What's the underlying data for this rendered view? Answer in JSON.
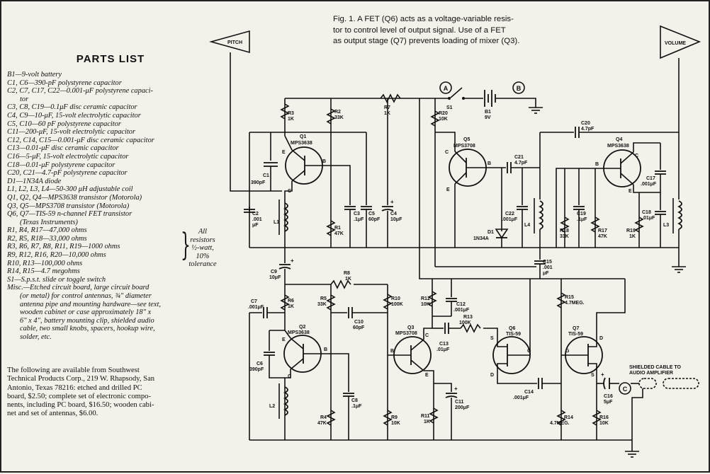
{
  "parts_list": {
    "title": "PARTS LIST",
    "items": [
      "B1—9-volt battery",
      "C1, C6—390-pF polystyrene capacitor",
      "C2, C7, C17, C22—0.001-μF polystyrene capaci-",
      "tor",
      "C3, C8, C19—0.1μF disc ceramic capacitor",
      "C4, C9—10-μF, 15-volt electrolytic capacitor",
      "C5, C10—60 pF polystyrene capacitor",
      "C11—200-μF, 15-volt electrolytic capacitor",
      "C12, C14, C15—0.001-μF disc ceramic capacitor",
      "C13—0.01-μF disc ceramic capacitor",
      "C16—5-μF, 15-volt electrolytic capacitor",
      "C18—0.01-μF polystyrene capacitor",
      "C20, C21—4.7-pF polystyrene capacitor",
      "D1—1N34A diode",
      "L1, L2, L3, L4—50-300 μH adjustable coil",
      "Q1, Q2, Q4—MPS3638 transistor (Motorola)",
      "Q3, Q5—MPS3708 transistor (Motorola)",
      "Q6, Q7—TIS-59 n-channel FET transistor",
      "(Texas Instruments)"
    ],
    "resistors": [
      "R1, R4, R17—47,000 ohms",
      "R2, R5, R18—33,000 ohms",
      "R3, R6, R7, R8, R11, R19—1000 ohms",
      "R9, R12, R16, R20—10,000 ohms",
      "R10, R13—100,000 ohms"
    ],
    "resistor_note": [
      "All",
      "resistors",
      "½-watt,",
      "10%",
      "tolerance"
    ],
    "items_after": [
      "R14, R15—4.7 megohms",
      "S1—S.p.s.t. slide or toggle switch",
      "Misc.—Etched circuit board, large circuit board",
      "(or metal) for control antennas, ¾\" diameter",
      "antenna pipe and mounting hardware—see text,",
      "wooden cabinet or case approximately 18\" x",
      "6\" x 4\", battery mounting clip, shielded audio",
      "cable, two small knobs, spacers, hookup wire,",
      "solder, etc."
    ]
  },
  "availability": [
    "The following are available from Southwest",
    "Technical Products Corp., 219 W. Rhapsody, San",
    "Antonio, Texas 78216: etched and drilled PC",
    "board, $2.50; complete set of electronic compo-",
    "nents, including PC board, $16.50; wooden cabi-",
    "net and set of antennas, $6.00."
  ],
  "caption": [
    "Fig. 1. A FET (Q6) acts as a voltage-variable resis-",
    "tor to control level of output signal. Use of a FET",
    "as output stage (Q7) prevents loading of mixer (Q3)."
  ],
  "schematic": {
    "antennas": {
      "pitch": "PITCH",
      "volume": "VOLUME"
    },
    "nodes": {
      "a": "A",
      "b": "B",
      "c": "C"
    },
    "switch": "S1",
    "battery": [
      "B1",
      "9V"
    ],
    "shielded_cable": [
      "SHIELDED CABLE TO",
      "AUDIO AMPLIFIER"
    ],
    "transistors": {
      "q1": [
        "Q1",
        "MPS3638"
      ],
      "q2": [
        "Q2",
        "MPS3638"
      ],
      "q3": [
        "Q3",
        "MPS3708"
      ],
      "q4": [
        "Q4",
        "MPS3638"
      ],
      "q5": [
        "Q5",
        "MPS3708"
      ],
      "q6": [
        "Q6",
        "TIS-59"
      ],
      "q7": [
        "Q7",
        "TIS-59"
      ]
    },
    "terminals": {
      "e": "E",
      "b": "B",
      "c": "C",
      "s": "S",
      "g": "G",
      "d": "D"
    },
    "resistors": {
      "r1": [
        "R1",
        "47K"
      ],
      "r2": [
        "R2",
        "33K"
      ],
      "r3": [
        "R3",
        "1K"
      ],
      "r4": [
        "R4",
        "47K"
      ],
      "r5": [
        "R5",
        "33K"
      ],
      "r6": [
        "R6",
        "1K"
      ],
      "r7": [
        "R7",
        "1K"
      ],
      "r8": [
        "R8",
        "1K"
      ],
      "r9": [
        "R9",
        "10K"
      ],
      "r10": [
        "R10",
        "100K"
      ],
      "r11": [
        "R11",
        "1K"
      ],
      "r12": [
        "R12",
        "10K"
      ],
      "r13": [
        "R13",
        "100K"
      ],
      "r14": [
        "R14",
        "4.7MEG."
      ],
      "r15": [
        "R15",
        "4.7MEG."
      ],
      "r16": [
        "R16",
        "10K"
      ],
      "r17": [
        "R17",
        "47K"
      ],
      "r18": [
        "R18",
        "33K"
      ],
      "r19": [
        "R19",
        "1K"
      ],
      "r20": [
        "R20",
        "10K"
      ]
    },
    "capacitors": {
      "c1": [
        "C1",
        "390pF"
      ],
      "c2": [
        "C2",
        ".001",
        "μF"
      ],
      "c3": [
        "C3",
        ".1μF"
      ],
      "c4": [
        "C4",
        "10μF"
      ],
      "c5": [
        "C5",
        "60pF"
      ],
      "c6": [
        "C6",
        "390pF"
      ],
      "c7": [
        "C7",
        ".001μF"
      ],
      "c8": [
        "C8",
        ".1μF"
      ],
      "c9": [
        "C9",
        "10μF"
      ],
      "c10": [
        "C10",
        "60pF"
      ],
      "c11": [
        "C11",
        "200μF"
      ],
      "c12": [
        "C12",
        ".001μF"
      ],
      "c13": [
        "C13",
        ".01μF"
      ],
      "c14": [
        "C14",
        ".001μF"
      ],
      "c15": [
        "C15",
        ".001",
        "μF"
      ],
      "c16": [
        "C16",
        "5μF"
      ],
      "c17": [
        "C17",
        ".001μF"
      ],
      "c18": [
        "C18",
        ".01μF"
      ],
      "c19": [
        "C19",
        ".1μF"
      ],
      "c20": [
        "C20",
        "4.7pF"
      ],
      "c21": [
        "C21",
        "4.7pF"
      ],
      "c22": [
        "C22",
        ".001μF"
      ]
    },
    "coils": {
      "l1": "L1",
      "l2": "L2",
      "l3": "L3",
      "l4": "L4"
    },
    "diode": [
      "D1",
      "1N34A"
    ],
    "plus": "+"
  }
}
